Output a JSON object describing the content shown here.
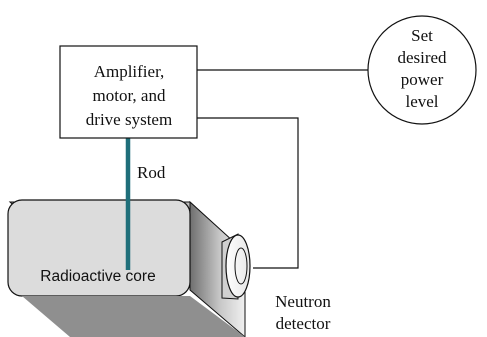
{
  "diagram": {
    "controller_box": {
      "line1": "Amplifier,",
      "line2": "motor, and",
      "line3": "drive system"
    },
    "setpoint_circle": {
      "line1": "Set",
      "line2": "desired",
      "line3": "power",
      "line4": "level"
    },
    "rod_label": "Rod",
    "core_label": "Radioactive core",
    "detector_label": {
      "line1": "Neutron",
      "line2": "detector"
    },
    "colors": {
      "rod": "#1f6f7a",
      "core_front": "#dcdcdc",
      "core_side": "#9a9a9a",
      "lines": "#111111"
    }
  }
}
